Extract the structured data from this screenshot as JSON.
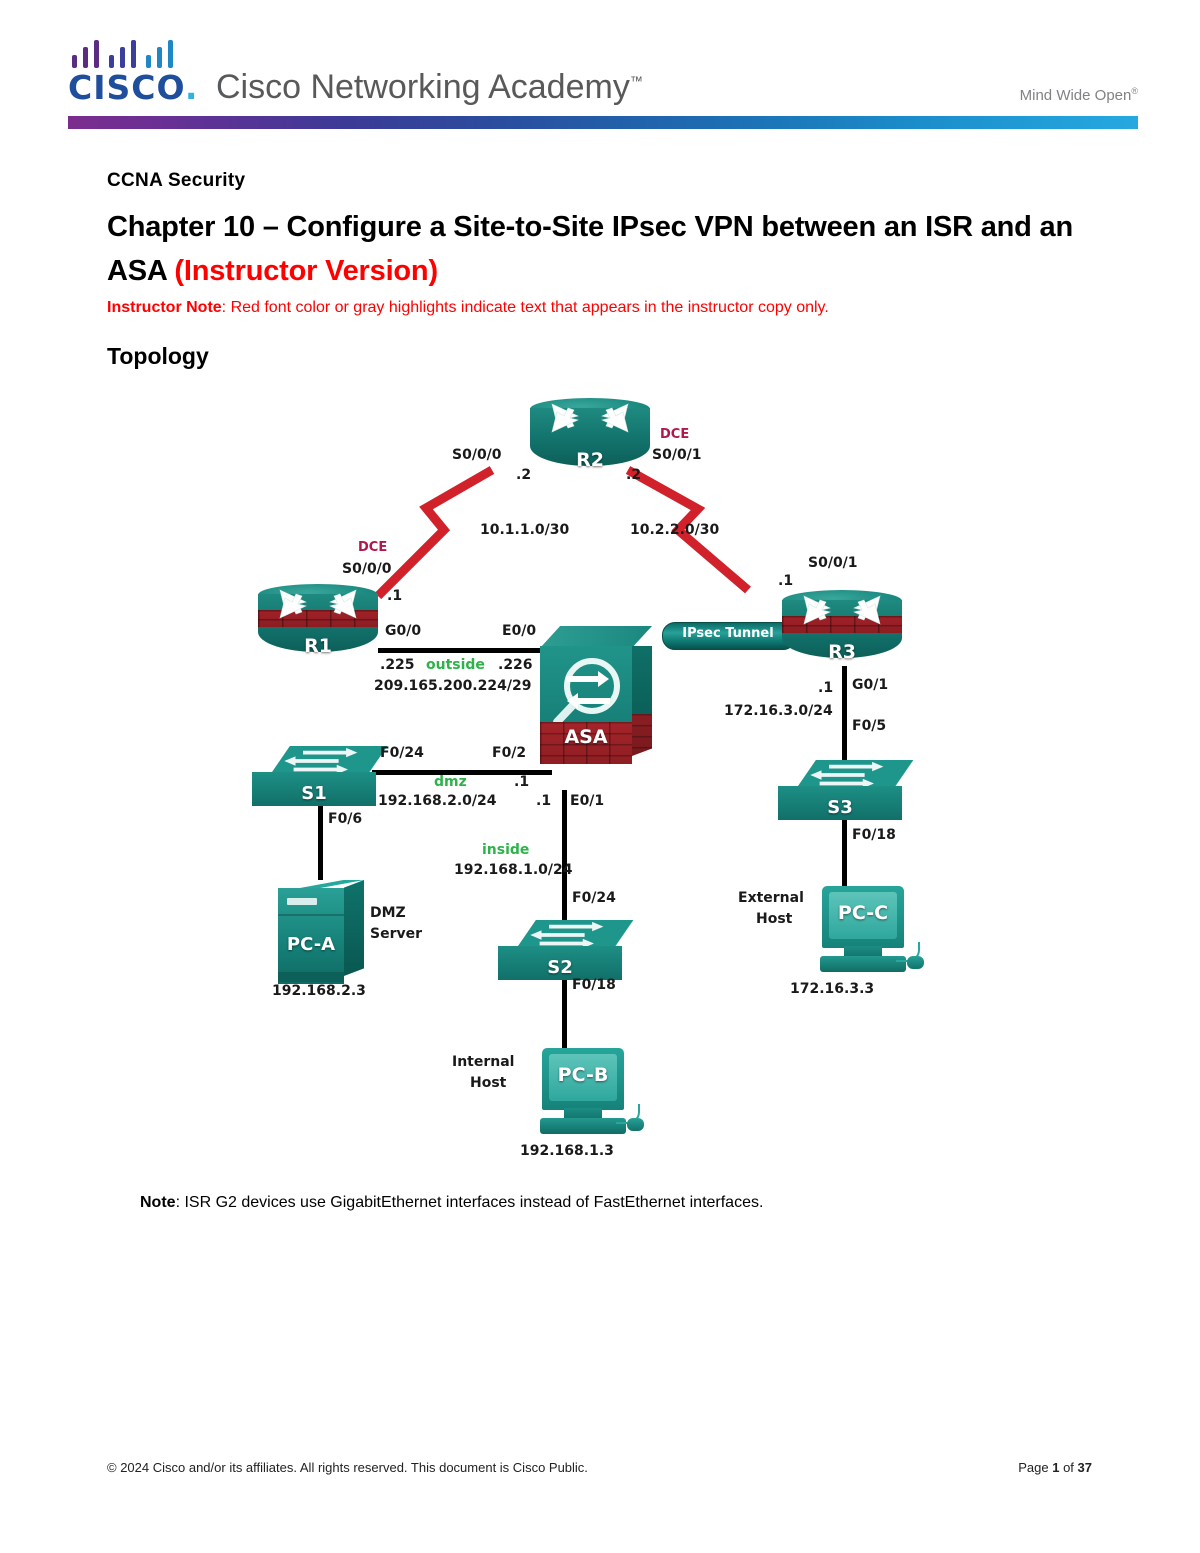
{
  "header": {
    "brand_mark": "CISCO",
    "brand_dot": ".",
    "academy_text": "Cisco Networking Academy",
    "academy_tm": "™",
    "tagline": "Mind Wide Open",
    "tagline_tm": "®"
  },
  "title": {
    "course": "CCNA Security",
    "main_line1": "Chapter 10 – Configure a Site-to-Site IPsec VPN between an ISR",
    "main_line2": "and an ASA ",
    "instructor_version": "(Instructor Version)",
    "instructor_note_label": "Instructor Note",
    "instructor_note_text": ": Red font color or gray highlights indicate text that appears in the instructor copy only.",
    "section_heading": "Topology"
  },
  "topology": {
    "devices": {
      "r1": "R1",
      "r2": "R2",
      "r3": "R3",
      "s1": "S1",
      "s2": "S2",
      "s3": "S3",
      "asa": "ASA",
      "pc_a": "PC-A",
      "pc_b": "PC-B",
      "pc_c": "PC-C"
    },
    "tunnel_label": "IPsec Tunnel",
    "labels": {
      "r2_s0_0_0": "S0/0/0",
      "r2_s0_0_0_ip": ".2",
      "r2_s0_0_1": "S0/0/1",
      "r2_s0_0_1_ip": ".2",
      "r2_dce": "DCE",
      "net_10_1_1": "10.1.1.0/30",
      "net_10_2_2": "10.2.2.0/30",
      "r1_dce": "DCE",
      "r1_s0_0_0": "S0/0/0",
      "r1_s0_0_0_ip": ".1",
      "r1_g0_0": "G0/0",
      "r1_g0_0_ip": ".225",
      "outside_label": "outside",
      "outside_net": "209.165.200.224/29",
      "asa_e0_0": "E0/0",
      "asa_e0_0_ip": ".226",
      "asa_f0_2_ip": ".1",
      "asa_e0_1": "E0/1",
      "asa_e0_1_ip": ".1",
      "s1_f0_24": "F0/24",
      "s1_f0_2": "F0/2",
      "dmz_label": "dmz",
      "dmz_net": "192.168.2.0/24",
      "s1_f0_6": "F0/6",
      "inside_label": "inside",
      "inside_net": "192.168.1.0/24",
      "s2_f0_24": "F0/24",
      "s2_f0_18": "F0/18",
      "r3_s0_0_1": "S0/0/1",
      "r3_s0_0_1_ip": ".1",
      "r3_g0_1": "G0/1",
      "r3_g0_1_ip": ".1",
      "net_172_16_3": "172.16.3.0/24",
      "s3_f0_5": "F0/5",
      "s3_f0_18": "F0/18",
      "pc_a_role1": "DMZ",
      "pc_a_role2": "Server",
      "pc_a_ip": "192.168.2.3",
      "pc_b_role1": "Internal",
      "pc_b_role2": "Host",
      "pc_b_ip": "192.168.1.3",
      "pc_c_role1": "External",
      "pc_c_role2": "Host",
      "pc_c_ip": "172.16.3.3"
    }
  },
  "bottom_note": {
    "label": "Note",
    "text": ": ISR G2 devices use GigabitEthernet interfaces instead of FastEthernet interfaces."
  },
  "footer": {
    "copyright": "© 2024 Cisco and/or its affiliates. All rights reserved. This document is Cisco Public.",
    "page_prefix": "Page ",
    "page_number": "1",
    "page_middle": " of ",
    "page_total": "37"
  },
  "colors": {
    "instructor_red": "#ff0000",
    "zone_green": "#2db34a",
    "dce_red": "#b0184a",
    "serial_link": "#d1212a",
    "device_teal": "#17837a",
    "brick_red": "#9a2026"
  }
}
